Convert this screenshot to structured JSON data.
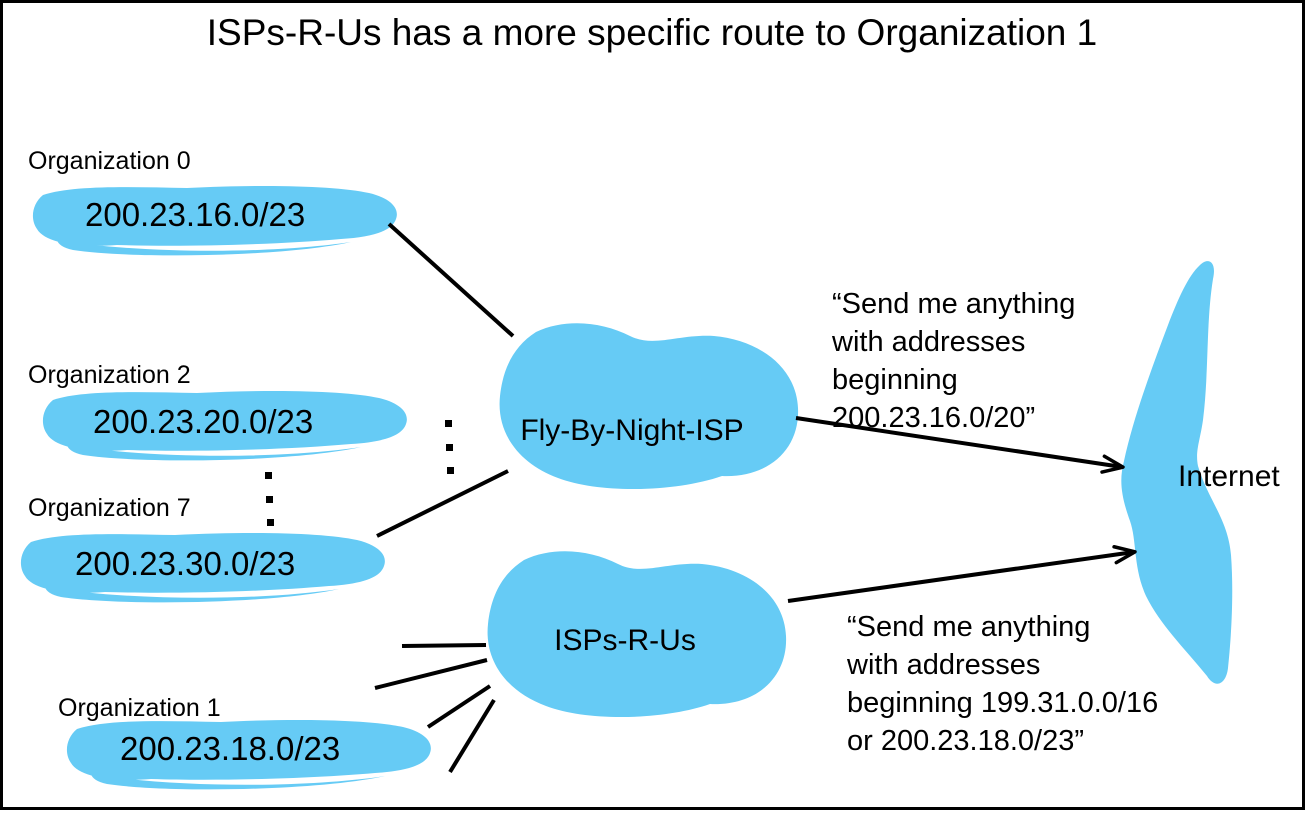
{
  "title": "ISPs-R-Us has a more specific route to Organization 1",
  "colors": {
    "blob": "#66CBF5",
    "line": "#000000",
    "text": "#000000",
    "border": "#000000",
    "background": "#FFFFFF"
  },
  "icons": {
    "vertical_ellipsis": "⋮"
  },
  "organizations": [
    {
      "label": "Organization 0",
      "prefix": "200.23.16.0/23"
    },
    {
      "label": "Organization 2",
      "prefix": "200.23.20.0/23"
    },
    {
      "label": "Organization 7",
      "prefix": "200.23.30.0/23"
    },
    {
      "label": "Organization 1",
      "prefix": "200.23.18.0/23"
    }
  ],
  "isps": [
    {
      "name": "Fly-By-Night-ISP"
    },
    {
      "name": "ISPs-R-Us"
    }
  ],
  "internet": {
    "label": "Internet"
  },
  "annotations": {
    "fly_by_night": {
      "lines": [
        "“Send me anything",
        "with addresses",
        "beginning",
        "200.23.16.0/20”"
      ]
    },
    "isps_r_us": {
      "lines": [
        "“Send me anything",
        "with addresses",
        "beginning 199.31.0.0/16",
        "or 200.23.18.0/23”"
      ]
    }
  }
}
